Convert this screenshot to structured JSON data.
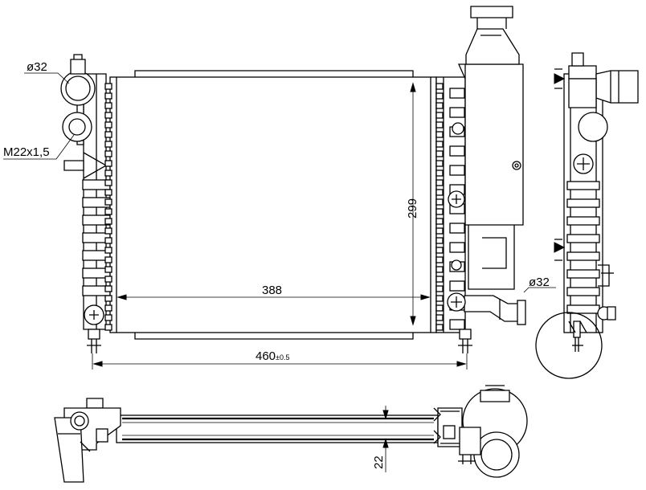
{
  "dimensions": {
    "inlet_diameter": "ø32",
    "thread": "M22x1,5",
    "core_width": "388",
    "core_height": "299",
    "overall_width_value": "460",
    "overall_width_tolerance": "±0.5",
    "outlet_diameter": "ø32",
    "core_thickness": "22"
  }
}
